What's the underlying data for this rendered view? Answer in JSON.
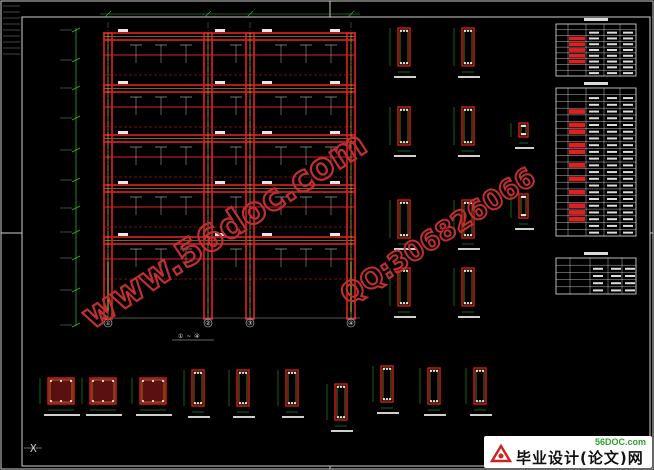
{
  "drawing": {
    "elevation_caption": "① ~ ④",
    "axis_bubbles": [
      "①",
      "②",
      "③",
      "④"
    ],
    "corner_mark": "X"
  },
  "watermark": {
    "site_text": "www.56doc.com",
    "qq_text": "QQ:306826066"
  },
  "logo": {
    "site": "56DOC.com",
    "text": "毕业设计(论文)网"
  },
  "colors": {
    "background": "#000000",
    "frame": "#d0d0d0",
    "beam_red": "#e02020",
    "beam_yellow": "#e8d040",
    "dim_green": "#30c030",
    "text_white": "#e8e8e8",
    "watermark_red": "#c03030"
  }
}
